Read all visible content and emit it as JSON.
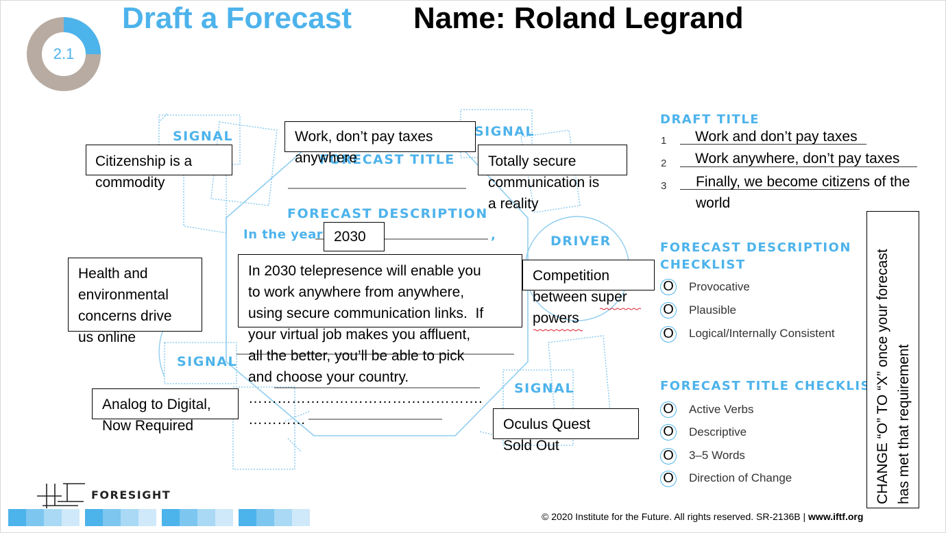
{
  "header": {
    "title": "Draft a Forecast",
    "name": "Name: Roland Legrand",
    "step": "2.1",
    "progress_fraction": 0.25
  },
  "worksheet": {
    "signal_label": "SIGNAL",
    "driver_label": "DRIVER",
    "forecast_title_label": "FORECAST TITLE",
    "forecast_description_label": "FORECAST DESCRIPTION",
    "in_the_year": "In the year"
  },
  "notes": {
    "citizenship": "Citizenship is a\ncommodity",
    "work_no_taxes": "Work, don’t pay taxes\nanywhere",
    "secure_comm": "Totally secure\ncommunication is\na reality",
    "year": "2030",
    "health": "Health and\nenvironmental\nconcerns drive\nus online",
    "description": "In 2030 telepresence will enable you\nto work anywhere from anywhere,\nusing secure communication links.  If\nyour virtual job makes you affluent,\nall the better, you’ll be able to pick\nand choose your country.\n………………………………………….\n…………",
    "competition": "Competition\nbetween super\npowers",
    "analog": "Analog to Digital,\nNow Required",
    "oculus": "Oculus Quest\nSold Out"
  },
  "draft_title": {
    "heading": "DRAFT TITLE",
    "items": [
      {
        "num": "1",
        "text": "Work and don’t pay taxes"
      },
      {
        "num": "2",
        "text": "Work anywhere, don’t pay taxes"
      },
      {
        "num": "3",
        "text": "Finally, we become citizens of the\nworld"
      }
    ]
  },
  "description_checklist": {
    "heading_line1": "FORECAST DESCRIPTION",
    "heading_line2": "CHECKLIST",
    "mark": "O",
    "items": [
      "Provocative",
      "Plausible",
      "Logical/Internally Consistent"
    ]
  },
  "title_checklist": {
    "heading": "FORECAST TITLE CHECKLIST",
    "mark": "O",
    "items": [
      "Active Verbs",
      "Descriptive",
      "3–5 Words",
      "Direction of Change"
    ]
  },
  "instruction": {
    "line1": "CHANGE “O” TO “X” once your forecast",
    "line2": "has met that requirement"
  },
  "footer": {
    "copyright": "© 2020 Institute for the Future. All rights reserved. SR-2136B | ",
    "url": "www.iftf.org",
    "logo_text": "FORESIGHT"
  },
  "colors": {
    "accent_blue": "#4db3eb",
    "donut_gray": "#b7aba2"
  }
}
